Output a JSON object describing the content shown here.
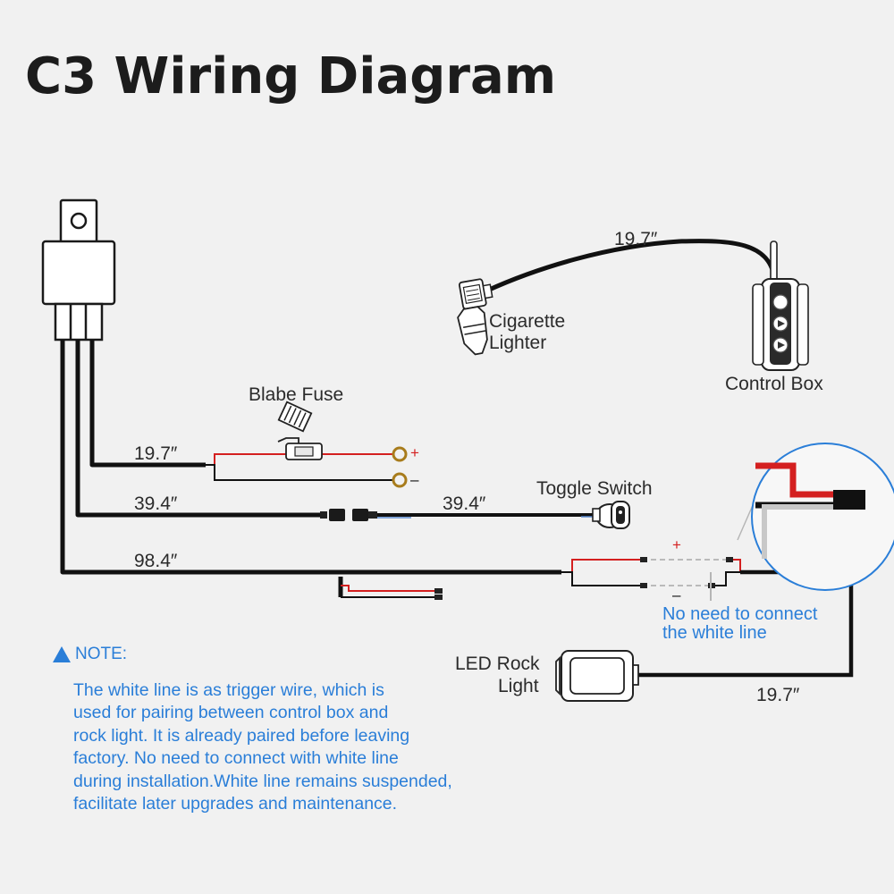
{
  "title": "C3 Wiring Diagram",
  "labels": {
    "blade_fuse": "Blabe Fuse",
    "toggle_switch": "Toggle Switch",
    "cigarette_lighter_line1": "Cigarette",
    "cigarette_lighter_line2": "Lighter",
    "control_box": "Control Box",
    "led_rock_light_line1": "LED Rock",
    "led_rock_light_line2": "Light",
    "no_connect_line1": "No need to connect",
    "no_connect_line2": "the white line"
  },
  "lengths": {
    "fuse_wire": "19.7″",
    "switch_wire_left": "39.4″",
    "switch_wire_right": "39.4″",
    "main_wire": "98.4″",
    "lighter_cable": "19.7″",
    "rock_light_cable": "19.7″"
  },
  "polarity": {
    "fuse_plus": "+",
    "fuse_minus": "–",
    "main_plus": "+",
    "main_minus": "–"
  },
  "note": {
    "heading": "NOTE:",
    "lines": [
      "The white line is as trigger wire, which is",
      "used for pairing between control box and",
      "rock light. It is already paired before leaving",
      "factory. No need to connect with white line",
      "during installation.White line remains suspended,",
      "facilitate later upgrades and maintenance."
    ]
  },
  "colors": {
    "wire_black": "#111111",
    "wire_red": "#d42020",
    "wire_gray": "#b5b5b5",
    "note_blue": "#2a7ed8",
    "fuse_ring": "#a87c1c"
  }
}
